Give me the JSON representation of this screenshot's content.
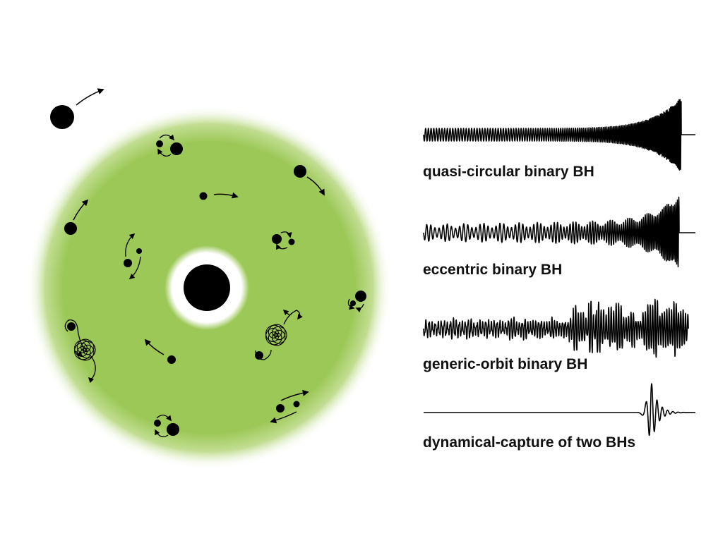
{
  "colors": {
    "halo": "#9cc857",
    "halo_edge": "#e7f2d2",
    "ink": "#000000",
    "gap": "#ffffff"
  },
  "icons": [
    "black-hole-icon",
    "orbit-arrow-icon",
    "binary-pair-icon",
    "rosette-orbit-icon"
  ],
  "waveforms": [
    {
      "kind": "quasi-circular",
      "label": "quasi-circular binary BH"
    },
    {
      "kind": "eccentric",
      "label": "eccentric binary BH"
    },
    {
      "kind": "generic",
      "label": "generic-orbit binary BH"
    },
    {
      "kind": "capture",
      "label": "dynamical-capture of two BHs"
    }
  ]
}
